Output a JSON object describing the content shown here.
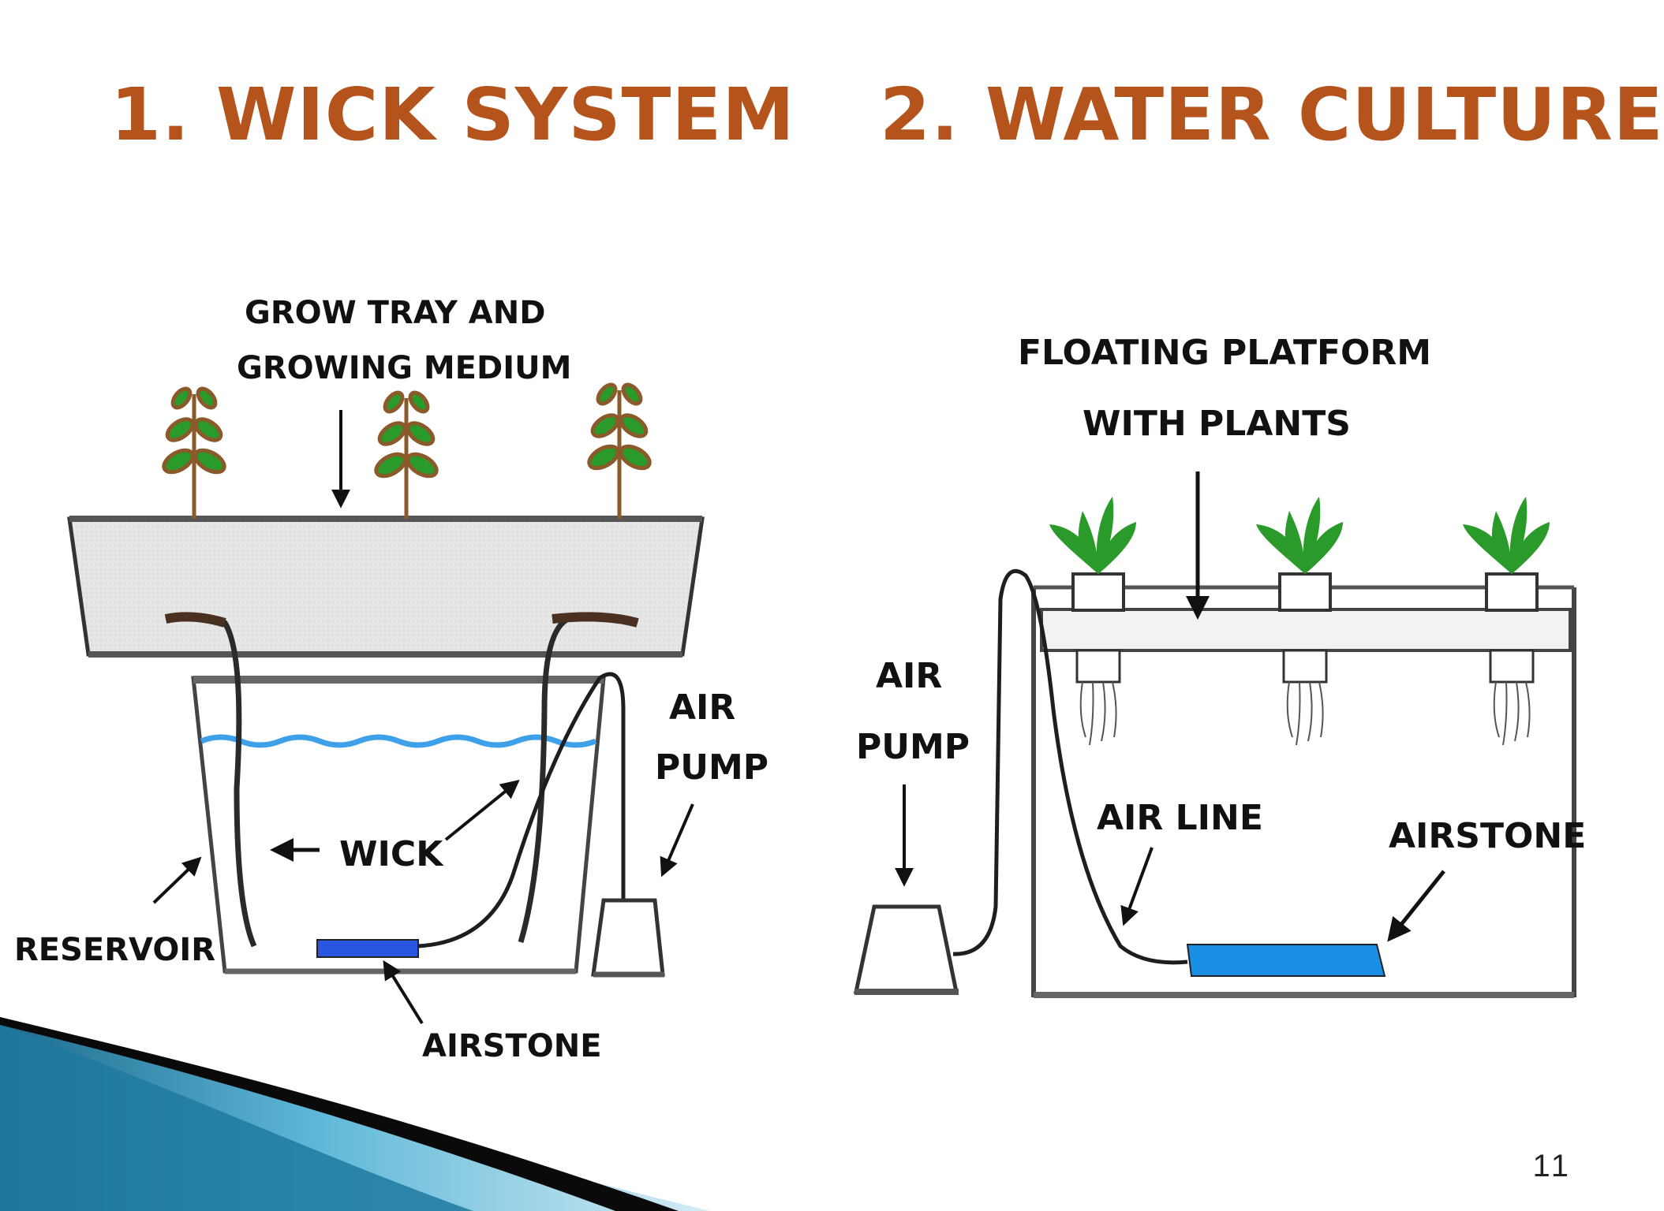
{
  "slide": {
    "title_left": "1. WICK SYSTEM",
    "title_right": "2. WATER CULTURE",
    "title_color": "#b5531c",
    "page_number": "11"
  },
  "wick_system": {
    "label_tray_line1": "GROW TRAY AND",
    "label_tray_line2": "GROWING MEDIUM",
    "label_wick": "WICK",
    "label_air_pump_line1": "AIR",
    "label_air_pump_line2": "PUMP",
    "label_reservoir": "RESERVOIR",
    "label_airstone": "AIRSTONE"
  },
  "water_culture": {
    "label_platform_line1": "FLOATING PLATFORM",
    "label_platform_line2": "WITH PLANTS",
    "label_air_pump_line1": "AIR",
    "label_air_pump_line2": "PUMP",
    "label_air_line": "AIR LINE",
    "label_airstone": "AIRSTONE"
  },
  "colors": {
    "water": "#3ea0e8",
    "airstone": "#2a55e0",
    "airstone_wc": "#1a8fe6",
    "plant": "#2a9a2a",
    "tray": "#e6e6e6"
  }
}
